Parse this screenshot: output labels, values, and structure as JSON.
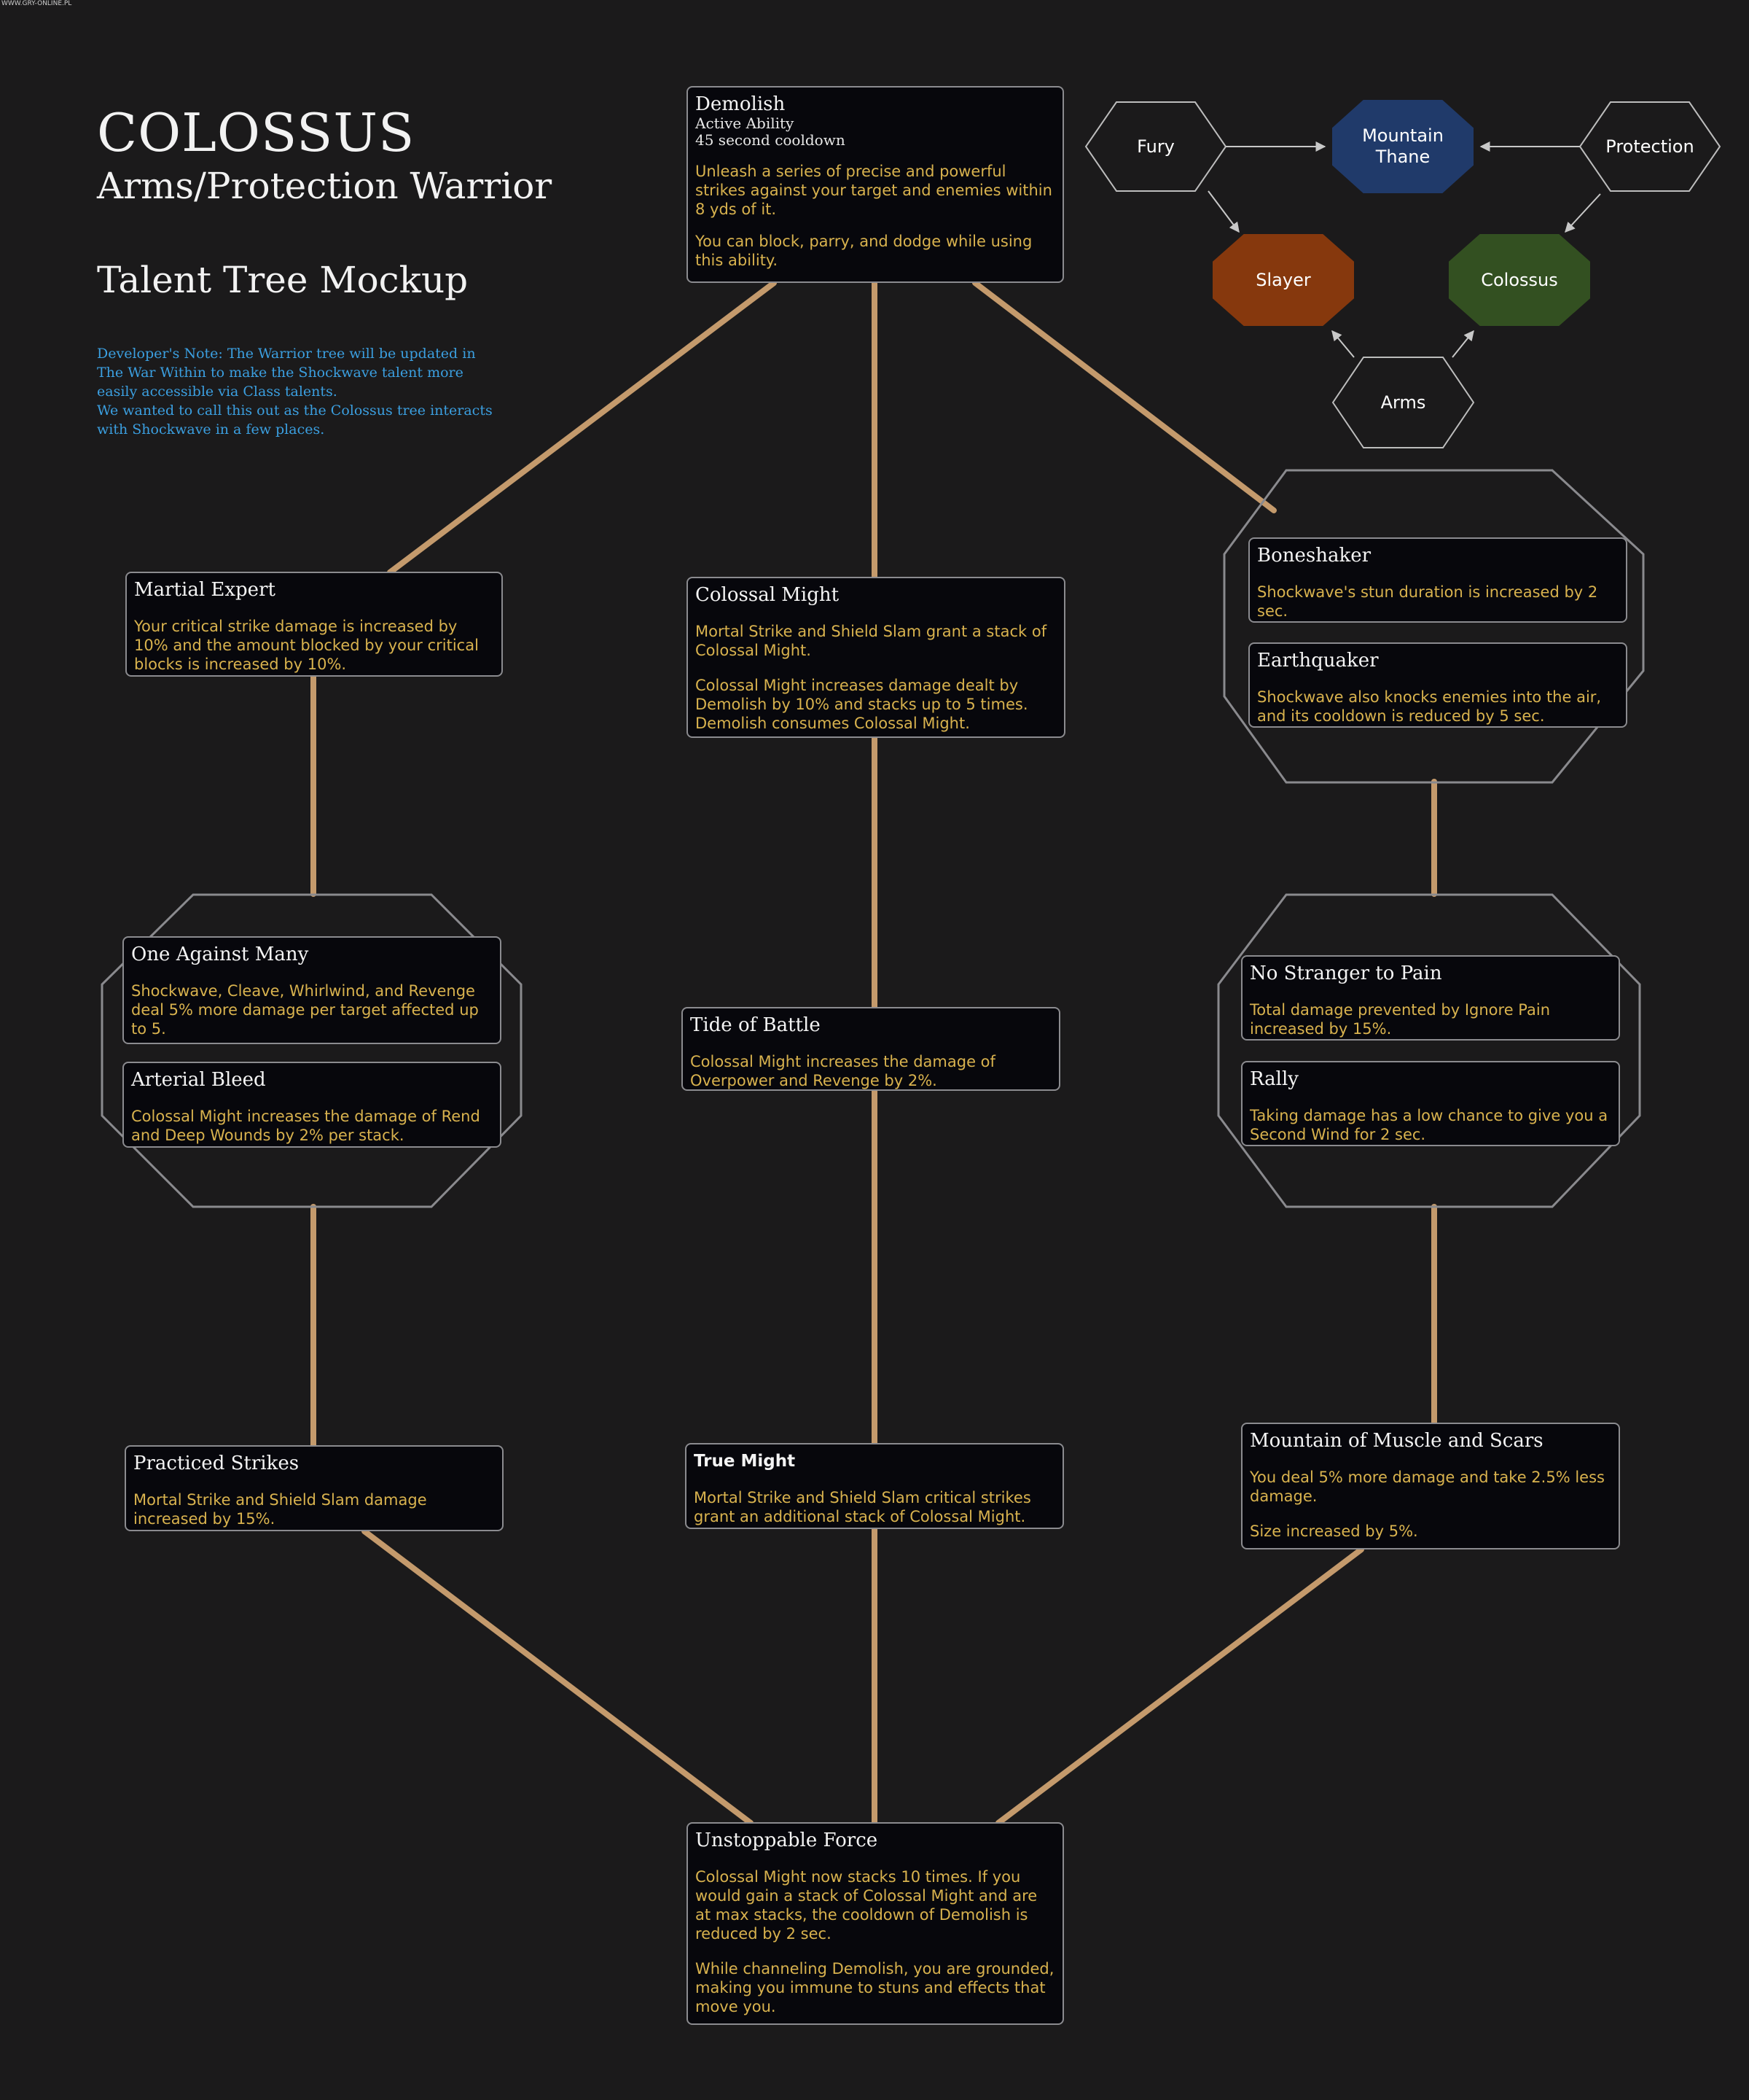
{
  "watermark": "WWW.GRY-ONLINE.PL",
  "header": {
    "title": "COLOSSUS",
    "subtitle": "Arms/Protection Warrior",
    "mockup": "Talent Tree Mockup",
    "dev_note": [
      "Developer's Note: The Warrior tree will be updated in The War Within to make the Shockwave talent more easily accessible via Class talents.",
      "We wanted to call this out as the Colossus tree interacts with Shockwave in a few places."
    ]
  },
  "spec_map": {
    "fury": "Fury",
    "mountain_thane": "Mountain Thane",
    "protection": "Protection",
    "slayer": "Slayer",
    "colossus": "Colossus",
    "arms": "Arms",
    "colors": {
      "mountain_thane": "#203a6a",
      "slayer": "#86380d",
      "colossus": "#335021"
    }
  },
  "talents": {
    "demolish": {
      "name": "Demolish",
      "type": "Active Ability",
      "cooldown": "45 second cooldown",
      "desc1": "Unleash a series of precise and powerful strikes against your target and enemies within 8 yds of it.",
      "desc2": "You can block, parry, and dodge while using this ability."
    },
    "martial_expert": {
      "name": "Martial Expert",
      "desc": "Your critical strike damage is increased by 10% and the amount blocked by your critical blocks is increased by 10%."
    },
    "colossal_might": {
      "name": "Colossal Might",
      "desc1": "Mortal Strike and Shield Slam grant a stack of Colossal Might.",
      "desc2": "Colossal Might increases damage dealt by Demolish by 10% and stacks up to 5 times. Demolish consumes Colossal Might."
    },
    "boneshaker": {
      "name": "Boneshaker",
      "desc": "Shockwave's stun duration is increased by 2 sec."
    },
    "earthquaker": {
      "name": "Earthquaker",
      "desc": "Shockwave also knocks enemies into the air, and its cooldown is reduced by 5 sec."
    },
    "one_against_many": {
      "name": "One Against Many",
      "desc": "Shockwave, Cleave, Whirlwind, and Revenge deal 5% more damage per target affected up to 5."
    },
    "arterial_bleed": {
      "name": "Arterial Bleed",
      "desc": "Colossal Might increases the damage of Rend and Deep Wounds by 2% per stack."
    },
    "tide_of_battle": {
      "name": "Tide of Battle",
      "desc": "Colossal Might increases the damage of Overpower and Revenge by 2%."
    },
    "no_stranger_to_pain": {
      "name": "No Stranger to Pain",
      "desc": "Total damage prevented by Ignore Pain increased by 15%."
    },
    "rally": {
      "name": "Rally",
      "desc": "Taking damage has a low chance to give you a Second Wind for 2 sec."
    },
    "practiced_strikes": {
      "name": "Practiced Strikes",
      "desc": "Mortal Strike and Shield Slam damage increased by 15%."
    },
    "true_might": {
      "name": "True Might",
      "desc": "Mortal Strike and Shield Slam critical strikes grant an additional stack of Colossal Might."
    },
    "mountain_of_muscle": {
      "name": "Mountain of Muscle and Scars",
      "desc1": "You deal 5% more damage and take 2.5% less damage.",
      "desc2": "Size increased by 5%."
    },
    "unstoppable_force": {
      "name": "Unstoppable Force",
      "desc1": "Colossal Might now stacks 10 times. If you would gain a stack of Colossal Might and are at max stacks, the cooldown of Demolish is reduced by 2 sec.",
      "desc2": "While channeling Demolish, you are grounded, making you immune to stuns and effects that move you."
    }
  },
  "colors": {
    "connector": "#c49a6c",
    "background": "#1b1a1b",
    "description_text": "#d8b24e",
    "dev_note_text": "#3b9fe0"
  }
}
